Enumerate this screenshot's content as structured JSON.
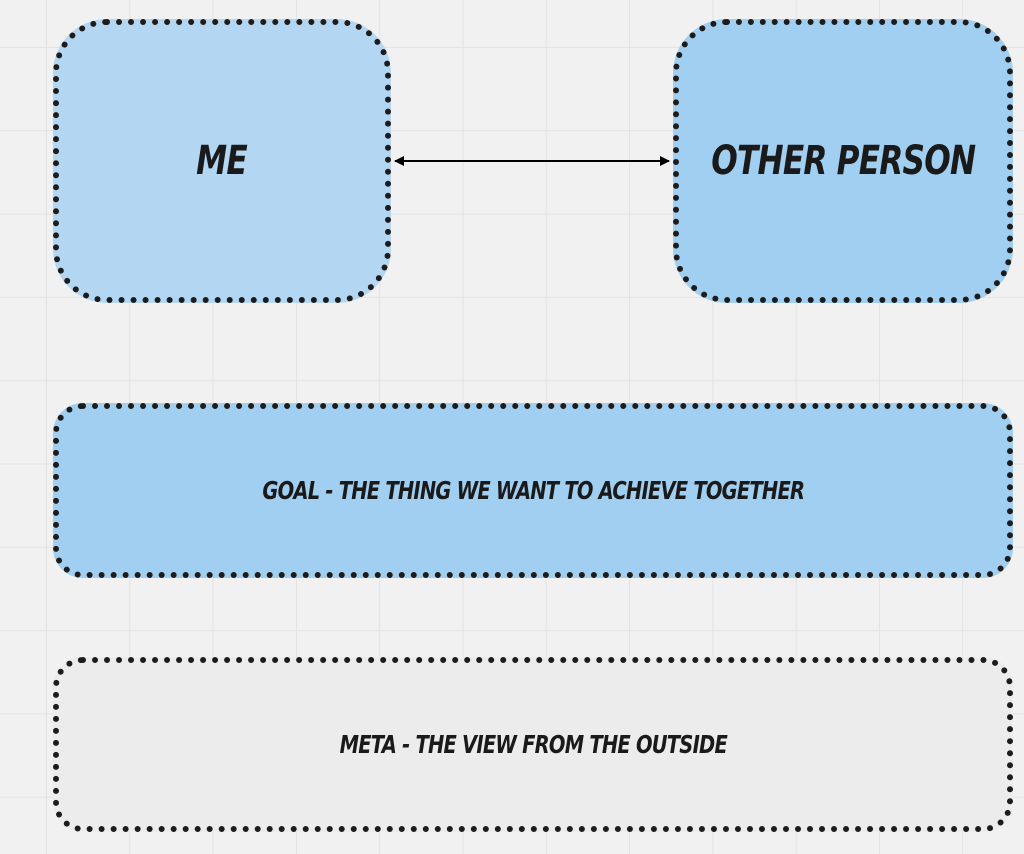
{
  "diagram": {
    "nodes": {
      "me": {
        "label": "ME"
      },
      "other": {
        "label": "OTHER PERSON"
      },
      "goal": {
        "label": "GOAL - THE THING WE WANT TO ACHIEVE TOGETHER"
      },
      "meta": {
        "label": "META - THE VIEW FROM THE OUTSIDE"
      }
    },
    "edges": [
      {
        "from": "me",
        "to": "other",
        "direction": "bidirectional"
      }
    ],
    "colors": {
      "background": "#f1f1f1",
      "grid": "#e3e3e3",
      "node_me_fill": "#b3d6f2",
      "node_other_fill": "#a1cff1",
      "node_goal_fill": "#a1cff1",
      "node_meta_fill": "#ececec",
      "border": "#1c1c1c",
      "text": "#1a1a1a",
      "arrow": "#000000"
    }
  }
}
